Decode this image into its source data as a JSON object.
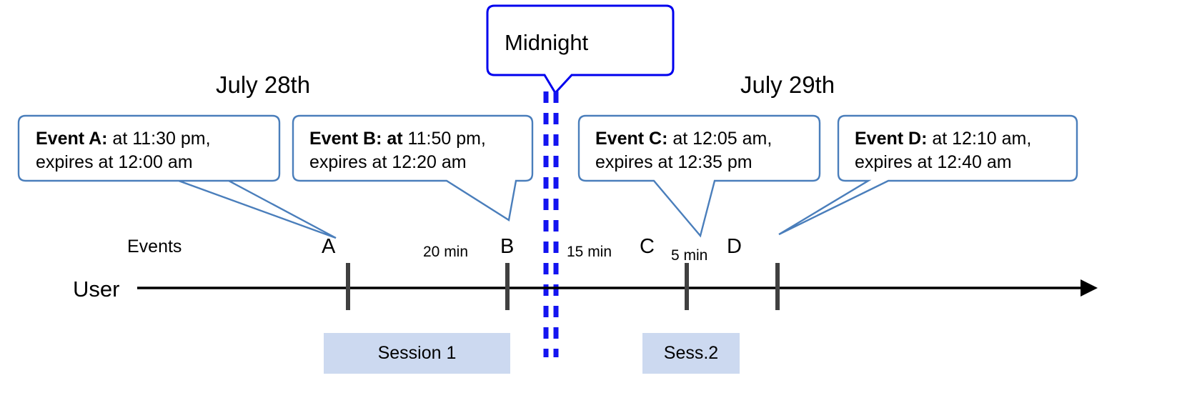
{
  "diagram": {
    "title_callout": {
      "label": "Midnight"
    },
    "dates": [
      {
        "label": "July 28th"
      },
      {
        "label": "July 29th"
      }
    ],
    "row_labels": {
      "events": "Events",
      "user": "User"
    },
    "callouts": [
      {
        "id": "event-a",
        "bold_prefix": "Event A:",
        "line1_rest": " at 11:30 pm,",
        "line2": "expires at 12:00 am"
      },
      {
        "id": "event-b",
        "bold_prefix": "Event B: at",
        "line1_rest": " 11:50 pm,",
        "line2": "expires at 12:20 am"
      },
      {
        "id": "event-c",
        "bold_prefix": "Event C:",
        "line1_rest": " at 12:05 am,",
        "line2": "expires at 12:35 pm"
      },
      {
        "id": "event-d",
        "bold_prefix": "Event D:",
        "line1_rest": "  at 12:10 am,",
        "line2": "expires at 12:40 am"
      }
    ],
    "ticks": [
      {
        "label": "A"
      },
      {
        "label": "B"
      },
      {
        "label": "C"
      },
      {
        "label": "D"
      }
    ],
    "intervals": [
      {
        "label": "20 min"
      },
      {
        "label": "15 min"
      },
      {
        "label": "5 min"
      }
    ],
    "sessions": [
      {
        "label": "Session 1"
      },
      {
        "label": "Sess.2"
      }
    ],
    "colors": {
      "callout_border": "#4a7ebb",
      "midnight_border": "#0000ee",
      "midnight_dash": "#1414f0",
      "session_fill": "#ccd9f0",
      "tick_color": "#404040",
      "axis_color": "#000000",
      "text_color": "#000000"
    }
  }
}
